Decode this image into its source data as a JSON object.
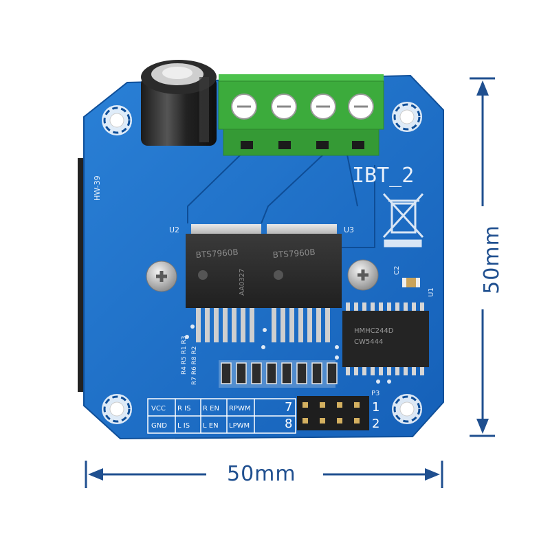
{
  "board": {
    "title": "IBT_2",
    "side_label": "HW-39",
    "u2": "U2",
    "u3": "U3",
    "chip_left": "BTS7960B",
    "chip_right": "BTS7960B",
    "chip_code": "AA0327",
    "ic_label": "HMHC244D",
    "ic_code": "CW5444",
    "u1": "U1",
    "c2": "C2",
    "p3": "P3",
    "resistors_top": "R4 R5 R1 R3",
    "resistors_bottom": "R7 R6 R8 R2"
  },
  "pin_table": {
    "row1": [
      "VCC",
      "R IS",
      "R EN",
      "RPWM"
    ],
    "row2": [
      "GND",
      "L IS",
      "L EN",
      "LPWM"
    ],
    "header_left": [
      "7",
      "8"
    ],
    "header_right": [
      "1",
      "2"
    ]
  },
  "dimensions": {
    "width_label": "50mm",
    "height_label": "50mm"
  },
  "colors": {
    "pcb": "#1c6fc4",
    "terminal": "#3cab3c",
    "dimension": "#1f4f8f"
  }
}
